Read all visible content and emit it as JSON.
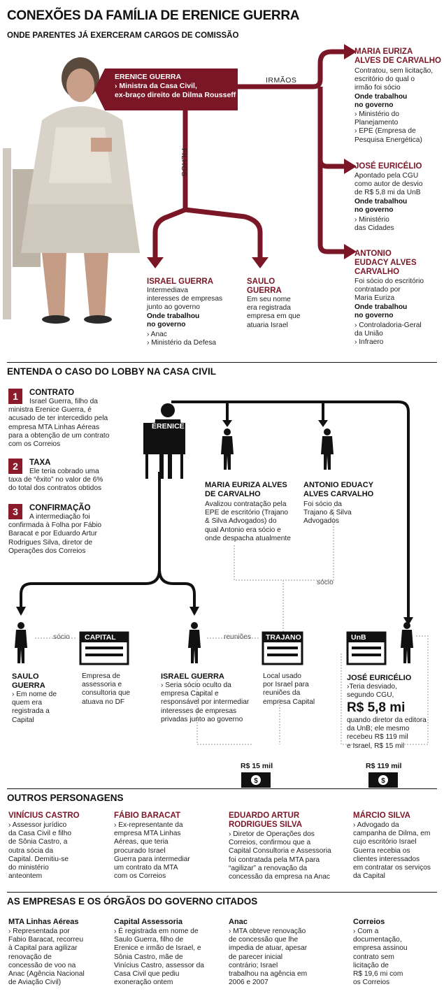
{
  "header": {
    "title": "CONEXÕES DA FAMÍLIA DE ERENICE GUERRA",
    "subtitle": "ONDE PARENTES JÁ EXERCERAM CARGOS DE COMISSÃO"
  },
  "family": {
    "erenice": {
      "name": "ERENICE GUERRA",
      "role": "› Ministra da Casa Civil,\nex-braço direito de Dilma Rousseff"
    },
    "irmaos_label": "IRMÃOS",
    "filhos_label": "FILHOS",
    "maria": {
      "name": "MARIA EURIZA\nALVES DE CARVALHO",
      "desc": "Contratou, sem licitação,\nescritório do qual o\nirmão foi sócio",
      "worked": "Onde trabalhou\nno governo",
      "places": "› Ministério do\nPlanejamento\n› EPE (Empresa de\nPesquisa Energética)"
    },
    "jose": {
      "name": "JOSÉ EURICÉLIO",
      "desc": "Apontado pela CGU\ncomo autor de desvio\nde R$ 5,8 mi da UnB",
      "worked": "Onde trabalhou\nno governo",
      "places": "› Ministério\ndas Cidades"
    },
    "antonio": {
      "name": "ANTONIO\nEUDACY ALVES\nCARVALHO",
      "desc": "Foi sócio do escritório\ncontratado por\nMaria Euriza",
      "worked": "Onde trabalhou\nno governo",
      "places": "› Controladoria-Geral\nda União\n› Infraero"
    },
    "israel": {
      "name": "ISRAEL GUERRA",
      "desc": "Intermediava\ninteresses de empresas\njunto ao governo",
      "worked": "Onde trabalhou\nno governo",
      "places": "› Anac\n› Ministério da Defesa"
    },
    "saulo": {
      "name": "SAULO\nGUERRA",
      "desc": "Em seu nome\nera registrada\nempresa em que\natuaria Israel"
    }
  },
  "lobby": {
    "title": "ENTENDA O CASO DO LOBBY NA CASA CIVIL",
    "steps": [
      {
        "num": "1",
        "title": "CONTRATO",
        "text": "Israel Guerra, filho da\nministra Erenice Guerra, é\nacusado de ter intercedido pela\nempresa MTA Linhas Aéreas\npara a obtenção de um contrato\ncom os Correios"
      },
      {
        "num": "2",
        "title": "TAXA",
        "text": "Ele teria cobrado uma\ntaxa de “êxito” no valor de 6%\ndo total dos contratos obtidos"
      },
      {
        "num": "3",
        "title": "CONFIRMAÇÃO",
        "text": "A intermediação foi\nconfirmada à Folha por Fábio\nBaracat e por Eduardo Artur\nRodrigues Silva, diretor de\nOperações dos Correios"
      }
    ],
    "erenice_label": "ERENICE",
    "maria": {
      "name": "MARIA EURIZA ALVES\nDE CARVALHO",
      "text": "Avalizou contratação pela\nEPE de escritório (Trajano\n& Silva Advogados) do\nqual Antonio era sócio e\nonde despacha atualmente"
    },
    "antonio": {
      "name": "ANTONIO EDUACY\nALVES CARVALHO",
      "text": "Foi sócio da\nTrajano & Silva\nAdvogados"
    },
    "socio_top": "sócio",
    "socio_left": "sócio",
    "reunioes": "reuniões",
    "capital_label": "CAPITAL",
    "trajano_label": "TRAJANO",
    "unb_label": "UnB",
    "saulo": {
      "name": "SAULO\nGUERRA",
      "text": "› Em nome de\nquem era\nregistrada a\nCapital"
    },
    "capital": {
      "text": "Empresa de\nassessoria e\nconsultoria que\natuava no DF"
    },
    "israel": {
      "name": "ISRAEL GUERRA",
      "text": "› Seria sócio oculto da\nempresa Capital e\nresponsável por intermediar\ninteresses de empresas\nprivadas junto ao governo"
    },
    "trajano": {
      "text": "Local usado\npor Israel para\nreuniões da\nempresa Capital"
    },
    "jose": {
      "name": "JOSÉ EURICÉLIO",
      "text1": "›Teria desviado,\nsegundo CGU,",
      "amount": "R$ 5,8 mi",
      "text2": "quando diretor da editora\nda UnB; ele mesmo\nrecebeu R$ 119 mil\ne Israel, R$ 15 mil"
    },
    "money1": "R$ 15 mil",
    "money2": "R$ 119 mil"
  },
  "others": {
    "title": "OUTROS PERSONAGENS",
    "items": [
      {
        "name": "VINÍCIUS CASTRO",
        "text": "› Assessor jurídico\nda Casa Civil e filho\nde Sônia Castro, a\noutra sócia da\nCapital. Demitiu-se\ndo ministério\nanteontem"
      },
      {
        "name": "FÁBIO BARACAT",
        "text": "› Ex-representante da\nempresa MTA Linhas\nAéreas, que teria\nprocurado Israel\nGuerra para intermediar\num contrato da MTA\ncom os Correios"
      },
      {
        "name": "EDUARDO ARTUR\nRODRIGUES SILVA",
        "text": "› Diretor de Operações dos\nCorreios, confirmou que a\nCapital Consultoria e Assessoria\nfoi contratada pela MTA para\n“agilizar” a renovação da\nconcessão da empresa na Anac"
      },
      {
        "name": "MÁRCIO SILVA",
        "text": "› Advogado da\ncampanha de Dilma, em\ncujo escritório Israel\nGuerra recebia os\nclientes interessados\nem contratar os serviços\nda Capital"
      }
    ]
  },
  "companies": {
    "title": "AS EMPRESAS E OS ÓRGÃOS DO GOVERNO CITADOS",
    "items": [
      {
        "name": "MTA Linhas Aéreas",
        "text": "› Representada por\nFabio Baracat, recorreu\nà Capital para agilizar\nrenovação de\nconcessão de voo na\nAnac (Agência Nacional\nde Aviação Civil)"
      },
      {
        "name": "Capital Assessoria",
        "text": "› É registrada em nome de\nSaulo Guerra, filho de\nErenice e irmão de Israel, e\nSônia Castro, mãe de\nVinícius Castro, assessor da\nCasa Civil que pediu\nexoneração ontem"
      },
      {
        "name": "Anac",
        "text": "› MTA obteve renovação\nde concessão que lhe\nimpedia de atuar, apesar\nde parecer inicial\ncontrário; Israel\ntrabalhou na agência em\n2006 e 2007"
      },
      {
        "name": "Correios",
        "text": "› Com a\ndocumentação,\nempresa assinou\ncontrato sem\nlicitação de\nR$ 19,6 mi com\nos Correios"
      }
    ]
  },
  "colors": {
    "maroon": "#7a1626",
    "black": "#111111"
  }
}
